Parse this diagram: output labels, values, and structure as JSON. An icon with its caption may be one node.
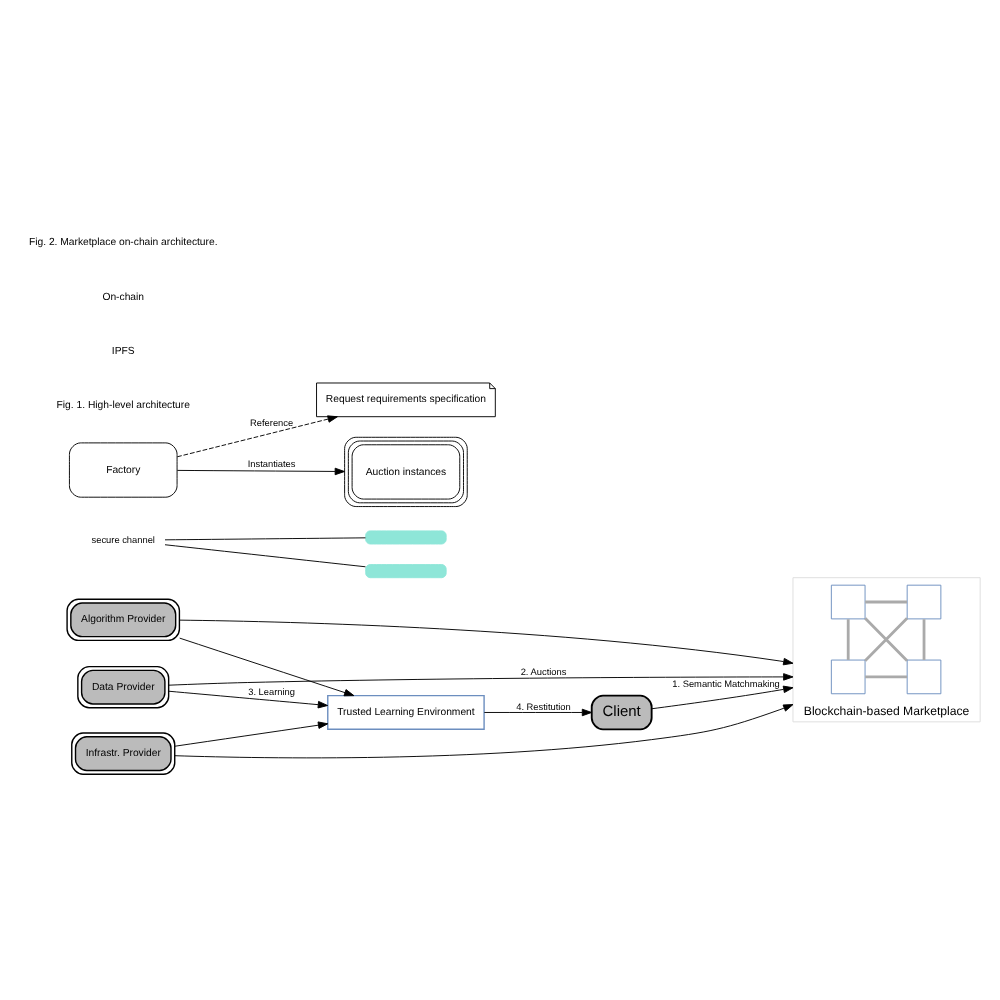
{
  "diagram": {
    "nodes": [
      {
        "text": [
          "Trusted Learning Environment"
        ]
      },
      {
        "text": [
          "Client"
        ]
      },
      {
        "text": [
          "Data Provider"
        ]
      },
      {
        "text": [
          "Algorithm Provider"
        ]
      },
      {
        "text": [
          "Infrastr. Provider"
        ]
      },
      {
        "text": [
          "Blockchain-based Marketplace"
        ]
      },
      {
        "text": [],
        "shape": "box",
        "in": 5
      },
      {
        "text": [],
        "shape": "box",
        "in": 5
      },
      {
        "text": [],
        "shape": "box",
        "in": 5
      },
      {
        "text": [],
        "shape": "box",
        "in": 5
      },
      {
        "text": [
          "secure channel"
        ]
      },
      {
        "text": [],
        "shape": "band"
      },
      {
        "text": [],
        "shape": "band"
      },
      {
        "text": [
          "Request requirements specification"
        ]
      },
      {
        "text": [
          "Factory"
        ]
      },
      {
        "text": [
          "Auction instances"
        ]
      }
    ],
    "edges": [
      {
        "from": 0,
        "to": 1,
        "arrow": "to",
        "label": "4. Restitution"
      },
      {
        "from": 1,
        "to": 5,
        "arrow": "to",
        "label": "1. Semantic Matchmaking"
      },
      {
        "from": 2,
        "to": 5,
        "arrow": "to",
        "label": "2. Auctions"
      },
      {
        "from": 3,
        "to": 5,
        "arrow": "to"
      },
      {
        "from": 4,
        "to": 5,
        "arrow": "to"
      },
      {
        "from": 2,
        "to": 0,
        "arrow": "to",
        "label": "3. Learning"
      },
      {
        "from": 3,
        "to": 0,
        "arrow": "to"
      },
      {
        "from": 4,
        "to": 0,
        "arrow": "to"
      },
      {
        "from": 6,
        "to": 7,
        "arrow": "none",
        "color": "#aaaaaa"
      },
      {
        "from": 8,
        "to": 9,
        "arrow": "none",
        "color": "#aaaaaa"
      },
      {
        "from": 6,
        "to": 8,
        "arrow": "none",
        "color": "#aaaaaa"
      },
      {
        "from": 7,
        "to": 9,
        "arrow": "none",
        "color": "#aaaaaa"
      },
      {
        "from": 6,
        "to": 9,
        "arrow": "none",
        "color": "#aaaaaa"
      },
      {
        "from": 7,
        "to": 8,
        "arrow": "none",
        "color": "#aaaaaa"
      },
      {
        "from": 10,
        "to": 11,
        "arrow": "none"
      },
      {
        "from": 10,
        "to": 12,
        "arrow": "none"
      },
      {
        "from": 14,
        "to": 13,
        "arrow": "to",
        "label": "Reference",
        "style": "dashed"
      },
      {
        "from": 14,
        "to": 15,
        "arrow": "to",
        "label": "Instantiates"
      }
    ],
    "labels": [
      "Fig. 1. High-level architecture",
      "IPFS",
      "On-chain",
      "Fig. 2. Marketplace on-chain architecture."
    ]
  }
}
